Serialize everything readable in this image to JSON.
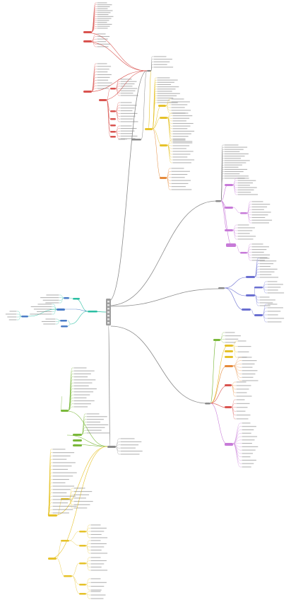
{
  "header": {
    "title": "",
    "subtitle": ""
  },
  "root": {
    "label": "",
    "color": "#9e9e9e"
  },
  "branches": [
    {
      "id": "b1",
      "color": "#d9534f",
      "label": ""
    },
    {
      "id": "b2",
      "color": "#e6c229",
      "label": ""
    },
    {
      "id": "b3",
      "color": "#c77ad8",
      "label": ""
    },
    {
      "id": "b4",
      "color": "#6a6fd1",
      "label": ""
    },
    {
      "id": "b5",
      "color": "#2bbfa3",
      "label": ""
    },
    {
      "id": "b6",
      "color": "#4a7cc7",
      "label": ""
    },
    {
      "id": "b7",
      "color": "#e58a3a",
      "label": ""
    },
    {
      "id": "b8",
      "color": "#7ab83a",
      "label": ""
    },
    {
      "id": "b9",
      "color": "#e6c229",
      "label": ""
    }
  ],
  "palette": {
    "trunk": "#8a8a8a",
    "red": "#d9534f",
    "yellow": "#e6c229",
    "orange": "#e58a3a",
    "violet": "#c77ad8",
    "indigo": "#6a6fd1",
    "teal": "#2bbfa3",
    "blue": "#4a7cc7",
    "green": "#7ab83a",
    "text": "#777777"
  }
}
